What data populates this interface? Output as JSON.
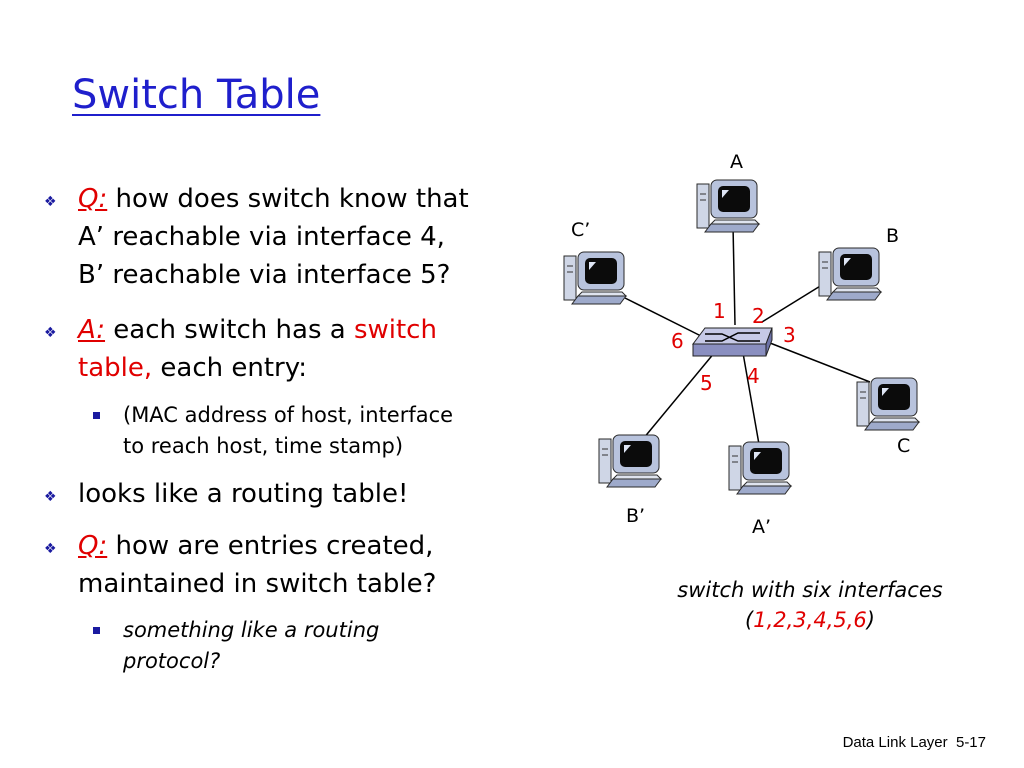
{
  "slide": {
    "title": "Switch Table",
    "footer": "Data Link Layer  5-17"
  },
  "bullets": [
    {
      "q": "Q:",
      "text": "how does switch know that",
      "line2": "A’ reachable via interface 4,",
      "line3": "B’ reachable via interface 5?"
    },
    {
      "a": "A:",
      "text": " each switch has a ",
      "highlight": "switch",
      "line2_red": "table,",
      "line2": " each entry:"
    },
    {
      "sub": "(MAC address of host, interface",
      "sub2": "to reach host, time stamp)"
    },
    {
      "text": "looks like a routing table!"
    },
    {
      "q": "Q:",
      "text": "how are entries created,",
      "line2": "maintained in switch table?"
    },
    {
      "sub": "something like a routing",
      "sub2": "protocol?"
    }
  ],
  "diagram": {
    "hosts": [
      "A",
      "B",
      "C",
      "A’",
      "B’",
      "C’"
    ],
    "interfaces": [
      "1",
      "2",
      "3",
      "4",
      "5",
      "6"
    ],
    "caption_line1": "switch with six interfaces",
    "caption_open": "(",
    "caption_numbers": "1,2,3,4,5,6",
    "caption_close": ")",
    "colors": {
      "title": "#1f1fcc",
      "accent_red": "#e00000",
      "bullet_marker": "#1a1aa0"
    }
  }
}
